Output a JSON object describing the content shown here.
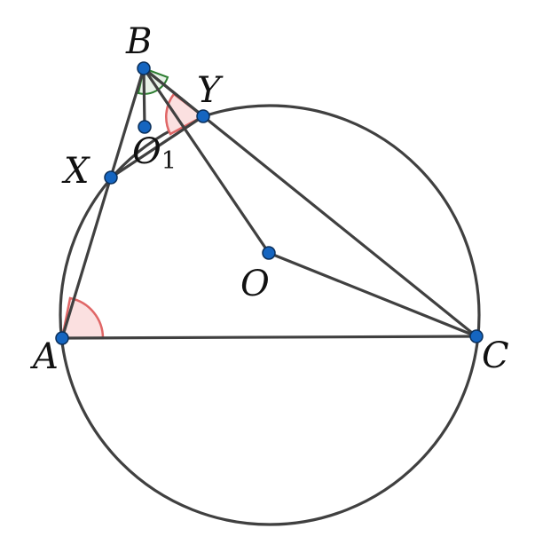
{
  "points": {
    "A": {
      "label": "A"
    },
    "B": {
      "label": "B"
    },
    "C": {
      "label": "C"
    },
    "X": {
      "label": "X"
    },
    "Y": {
      "label": "Y"
    },
    "O": {
      "label": "O"
    },
    "O1": {
      "label": "O",
      "subscript": "1"
    }
  },
  "colors": {
    "line": "#404040",
    "point_fill": "#1565c0",
    "point_stroke": "#0b2f5a",
    "angle_red": "#e06666",
    "angle_red_fill": "#fbe0e0",
    "angle_green": "#2e7d32"
  }
}
